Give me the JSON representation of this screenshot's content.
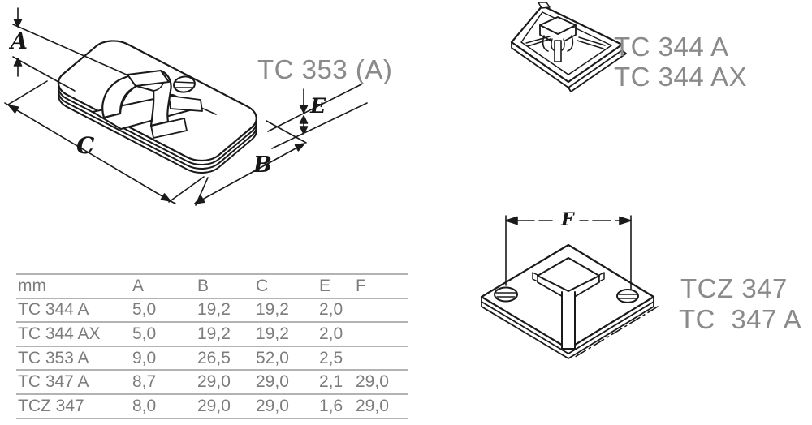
{
  "products": {
    "tc353": {
      "label": "TC 353 (A)"
    },
    "tc344": {
      "label_line1": "TC 344 A",
      "label_line2": "TC 344 AX"
    },
    "tcz347": {
      "label_line1": "TCZ 347",
      "label_line2": "TC  347 A"
    }
  },
  "dimension_labels": {
    "a": "A",
    "b": "B",
    "c": "C",
    "e": "E",
    "f": "F"
  },
  "table": {
    "unit_header": "mm",
    "columns": [
      "A",
      "B",
      "C",
      "E",
      "F"
    ],
    "rows": [
      {
        "name": "TC 344 A",
        "a": "5,0",
        "b": "19,2",
        "c": "19,2",
        "e": "2,0",
        "f": ""
      },
      {
        "name": "TC 344 AX",
        "a": "5,0",
        "b": "19,2",
        "c": "19,2",
        "e": "2,0",
        "f": ""
      },
      {
        "name": "TC 353 A",
        "a": "9,0",
        "b": "26,5",
        "c": "52,0",
        "e": "2,5",
        "f": ""
      },
      {
        "name": "TC 347 A",
        "a": "8,7",
        "b": "29,0",
        "c": "29,0",
        "e": "2,1",
        "f": "29,0"
      },
      {
        "name": "TCZ 347",
        "a": "8,0",
        "b": "29,0",
        "c": "29,0",
        "e": "1,6",
        "f": "29,0"
      }
    ]
  },
  "colors": {
    "line_art": "#1a1a1a",
    "label_gray": "#8a8a8a",
    "table_text": "#7c7c7c",
    "table_rule": "#b3b3b3"
  }
}
